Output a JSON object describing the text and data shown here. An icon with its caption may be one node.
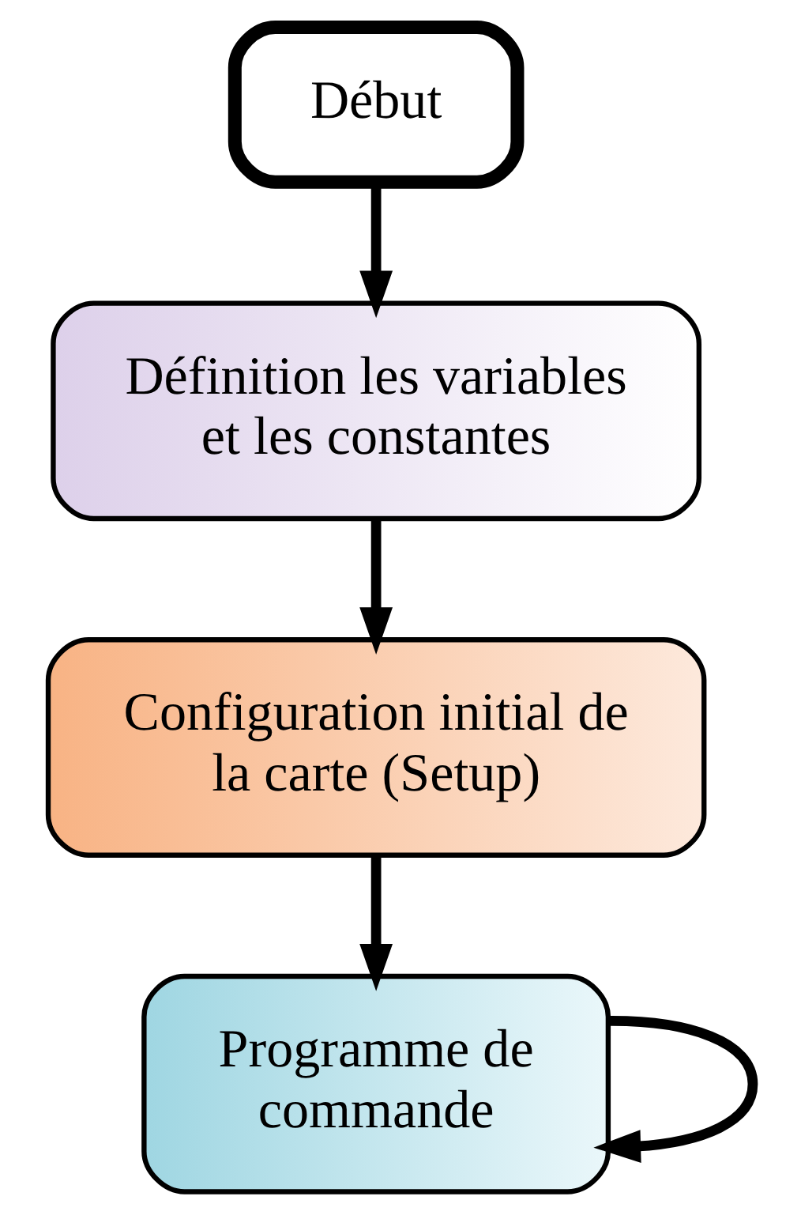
{
  "diagram": {
    "nodes": [
      {
        "text": [
          "Début"
        ]
      },
      {
        "text": [
          "Définition les variables et les constantes"
        ]
      },
      {
        "text": [
          "Configuration initial de la carte (Setup)"
        ]
      },
      {
        "text": [
          "Programme de commande"
        ]
      }
    ],
    "edges": [
      {
        "from": 0,
        "to": 1,
        "arrow": "to"
      },
      {
        "from": 1,
        "to": 2,
        "arrow": "to"
      },
      {
        "from": 2,
        "to": 3,
        "arrow": "to"
      },
      {
        "from": 3,
        "to": 3,
        "arrow": "to"
      }
    ]
  }
}
